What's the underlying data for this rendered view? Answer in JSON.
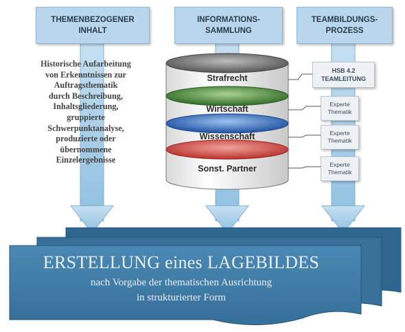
{
  "headers": {
    "left": [
      "THEMENBEZOGENER",
      "INHALT"
    ],
    "middle": [
      "INFORMATIONS-",
      "SAMMLUNG"
    ],
    "right": [
      "TEAMBILDUNGS-",
      "PROZESS"
    ]
  },
  "description_lines": [
    "Historische Aufarbeitung",
    "von Erkenntnissen zur",
    "Auftragsthematik",
    "durch Beschreibung,",
    "Inhaltsgliederung,",
    "gruppierte",
    "Schwerpunktanalyse,",
    "produzierte oder",
    "übernommene",
    "Einzelergebnisse"
  ],
  "database_segments": [
    {
      "label": "Strafrecht",
      "color": "#7a7a7a"
    },
    {
      "label": "Wirtschaft",
      "color": "#4f8a3e"
    },
    {
      "label": "Wissenschaft",
      "color": "#3b74c9"
    },
    {
      "label": "Sonst. Partner",
      "color": "#d9524b"
    }
  ],
  "team": {
    "lead": [
      "HSB 4.2",
      "TEAMLEITUNG"
    ],
    "experts": [
      [
        "Experte",
        "Thematik"
      ],
      [
        "Experte",
        "Thematik"
      ],
      [
        "Experte",
        "Thematik"
      ]
    ]
  },
  "bottom": {
    "title": "ERSTELLUNG eines LAGEBILDES",
    "subtitle_line1": "nach Vorgabe der thematischen Ausrichtung",
    "subtitle_line2": "in strukturierter Form"
  },
  "colors": {
    "header_fill": "#b9d6ec",
    "arrow_fill": "#a9cde6",
    "banner_fill": "#3f7ca6",
    "banner_text": "#e8eef4"
  }
}
